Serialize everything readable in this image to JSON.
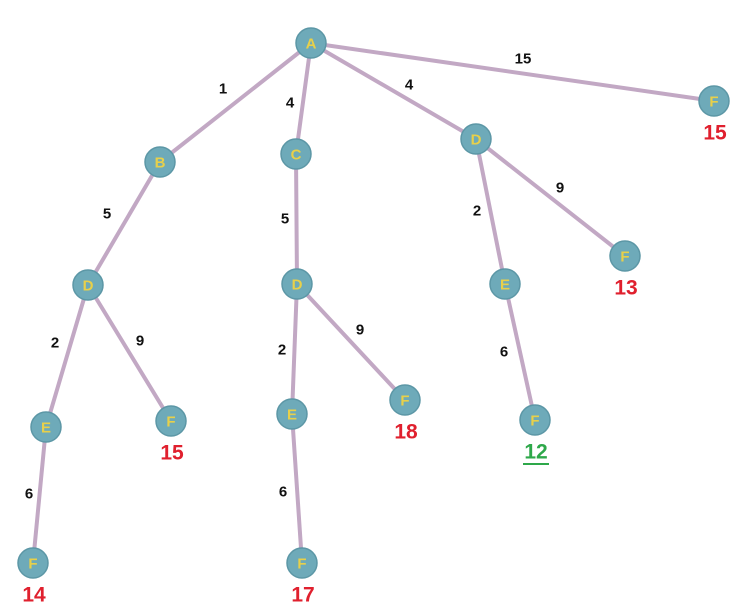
{
  "colors": {
    "edge": "#c2a8c4",
    "node_fill": "#6eaab9",
    "node_label": "#e8d04a",
    "weight_text": "#111111",
    "total_default": "#e0202e",
    "total_best": "#2ea84a"
  },
  "nodes": [
    {
      "id": "n_A",
      "label": "A"
    },
    {
      "id": "n_B",
      "label": "B"
    },
    {
      "id": "n_C",
      "label": "C"
    },
    {
      "id": "n_D1",
      "label": "D"
    },
    {
      "id": "n_F1",
      "label": "F",
      "total": "15"
    },
    {
      "id": "n_D2",
      "label": "D"
    },
    {
      "id": "n_D3",
      "label": "D"
    },
    {
      "id": "n_E3",
      "label": "E"
    },
    {
      "id": "n_F3b",
      "label": "F",
      "total": "13"
    },
    {
      "id": "n_E2",
      "label": "E"
    },
    {
      "id": "n_F2",
      "label": "F",
      "total": "15"
    },
    {
      "id": "n_E4",
      "label": "E"
    },
    {
      "id": "n_F4b",
      "label": "F",
      "total": "18"
    },
    {
      "id": "n_F3",
      "label": "F",
      "total": "12",
      "best": true
    },
    {
      "id": "n_F5",
      "label": "F",
      "total": "14"
    },
    {
      "id": "n_F6",
      "label": "F",
      "total": "17"
    }
  ],
  "edges": [
    {
      "from": "n_A",
      "to": "n_B",
      "weight": "1"
    },
    {
      "from": "n_A",
      "to": "n_C",
      "weight": "4"
    },
    {
      "from": "n_A",
      "to": "n_D1",
      "weight": "4"
    },
    {
      "from": "n_A",
      "to": "n_F1",
      "weight": "15"
    },
    {
      "from": "n_B",
      "to": "n_D2",
      "weight": "5"
    },
    {
      "from": "n_C",
      "to": "n_D3",
      "weight": "5"
    },
    {
      "from": "n_D1",
      "to": "n_E3",
      "weight": "2"
    },
    {
      "from": "n_D1",
      "to": "n_F3b",
      "weight": "9"
    },
    {
      "from": "n_D2",
      "to": "n_E2",
      "weight": "2"
    },
    {
      "from": "n_D2",
      "to": "n_F2",
      "weight": "9"
    },
    {
      "from": "n_D3",
      "to": "n_E4",
      "weight": "2"
    },
    {
      "from": "n_D3",
      "to": "n_F4b",
      "weight": "9"
    },
    {
      "from": "n_E3",
      "to": "n_F3",
      "weight": "6"
    },
    {
      "from": "n_E2",
      "to": "n_F5",
      "weight": "6"
    },
    {
      "from": "n_E4",
      "to": "n_F6",
      "weight": "6"
    }
  ]
}
